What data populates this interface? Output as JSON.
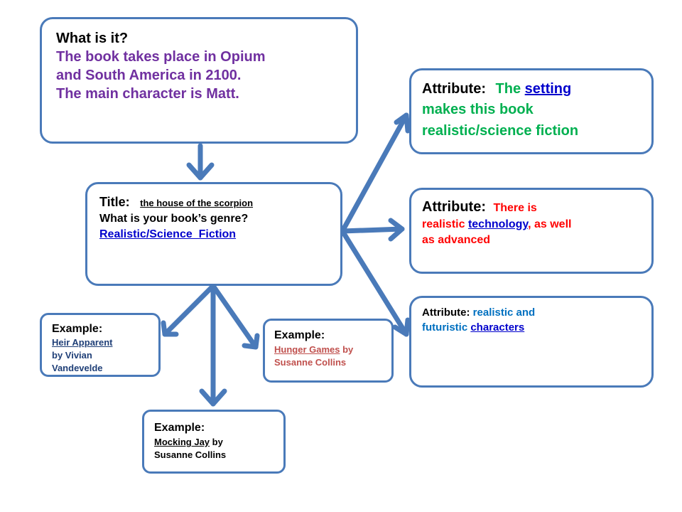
{
  "colors": {
    "border": "#4a7ab9",
    "purple": "#7030a0",
    "green": "#00b050",
    "red": "#ff0000",
    "link_blue": "#0000cc",
    "link_dark_blue": "#1f3f77",
    "link_red": "#c0504d",
    "attr_blue": "#0070c0"
  },
  "what_box": {
    "heading": "What is it?",
    "lines": [
      "The book takes place in Opium",
      "and South America in 2100.",
      "The main character is Matt."
    ]
  },
  "title_box": {
    "title_label": "Title:",
    "title_value": "the house of the scorpion",
    "genre_question": "What is your book’s genre?",
    "genre_value": "Realistic/Science  Fiction"
  },
  "attr1": {
    "label": "Attribute:",
    "pre": "The ",
    "link": "setting",
    "lines": [
      "makes this book",
      "realistic/science fiction"
    ]
  },
  "attr2": {
    "label": "Attribute:",
    "pre1": "There is",
    "pre2": "realistic ",
    "link": "technology",
    "post": ", as well",
    "line3": "as advanced"
  },
  "attr3": {
    "label": "Attribute:",
    "pre1": "realistic and",
    "pre2": "futuristic ",
    "link": "characters"
  },
  "example1": {
    "label": "Example:",
    "link": "Heir Apparent",
    "lines": [
      "by Vivian",
      "Vandevelde"
    ]
  },
  "example2": {
    "label": "Example:",
    "link": "Hunger Games",
    "post": " by",
    "line2": "Susanne Collins"
  },
  "example3": {
    "label": "Example:",
    "link": "Mocking Jay",
    "post": " by",
    "line2": "Susanne Collins"
  }
}
